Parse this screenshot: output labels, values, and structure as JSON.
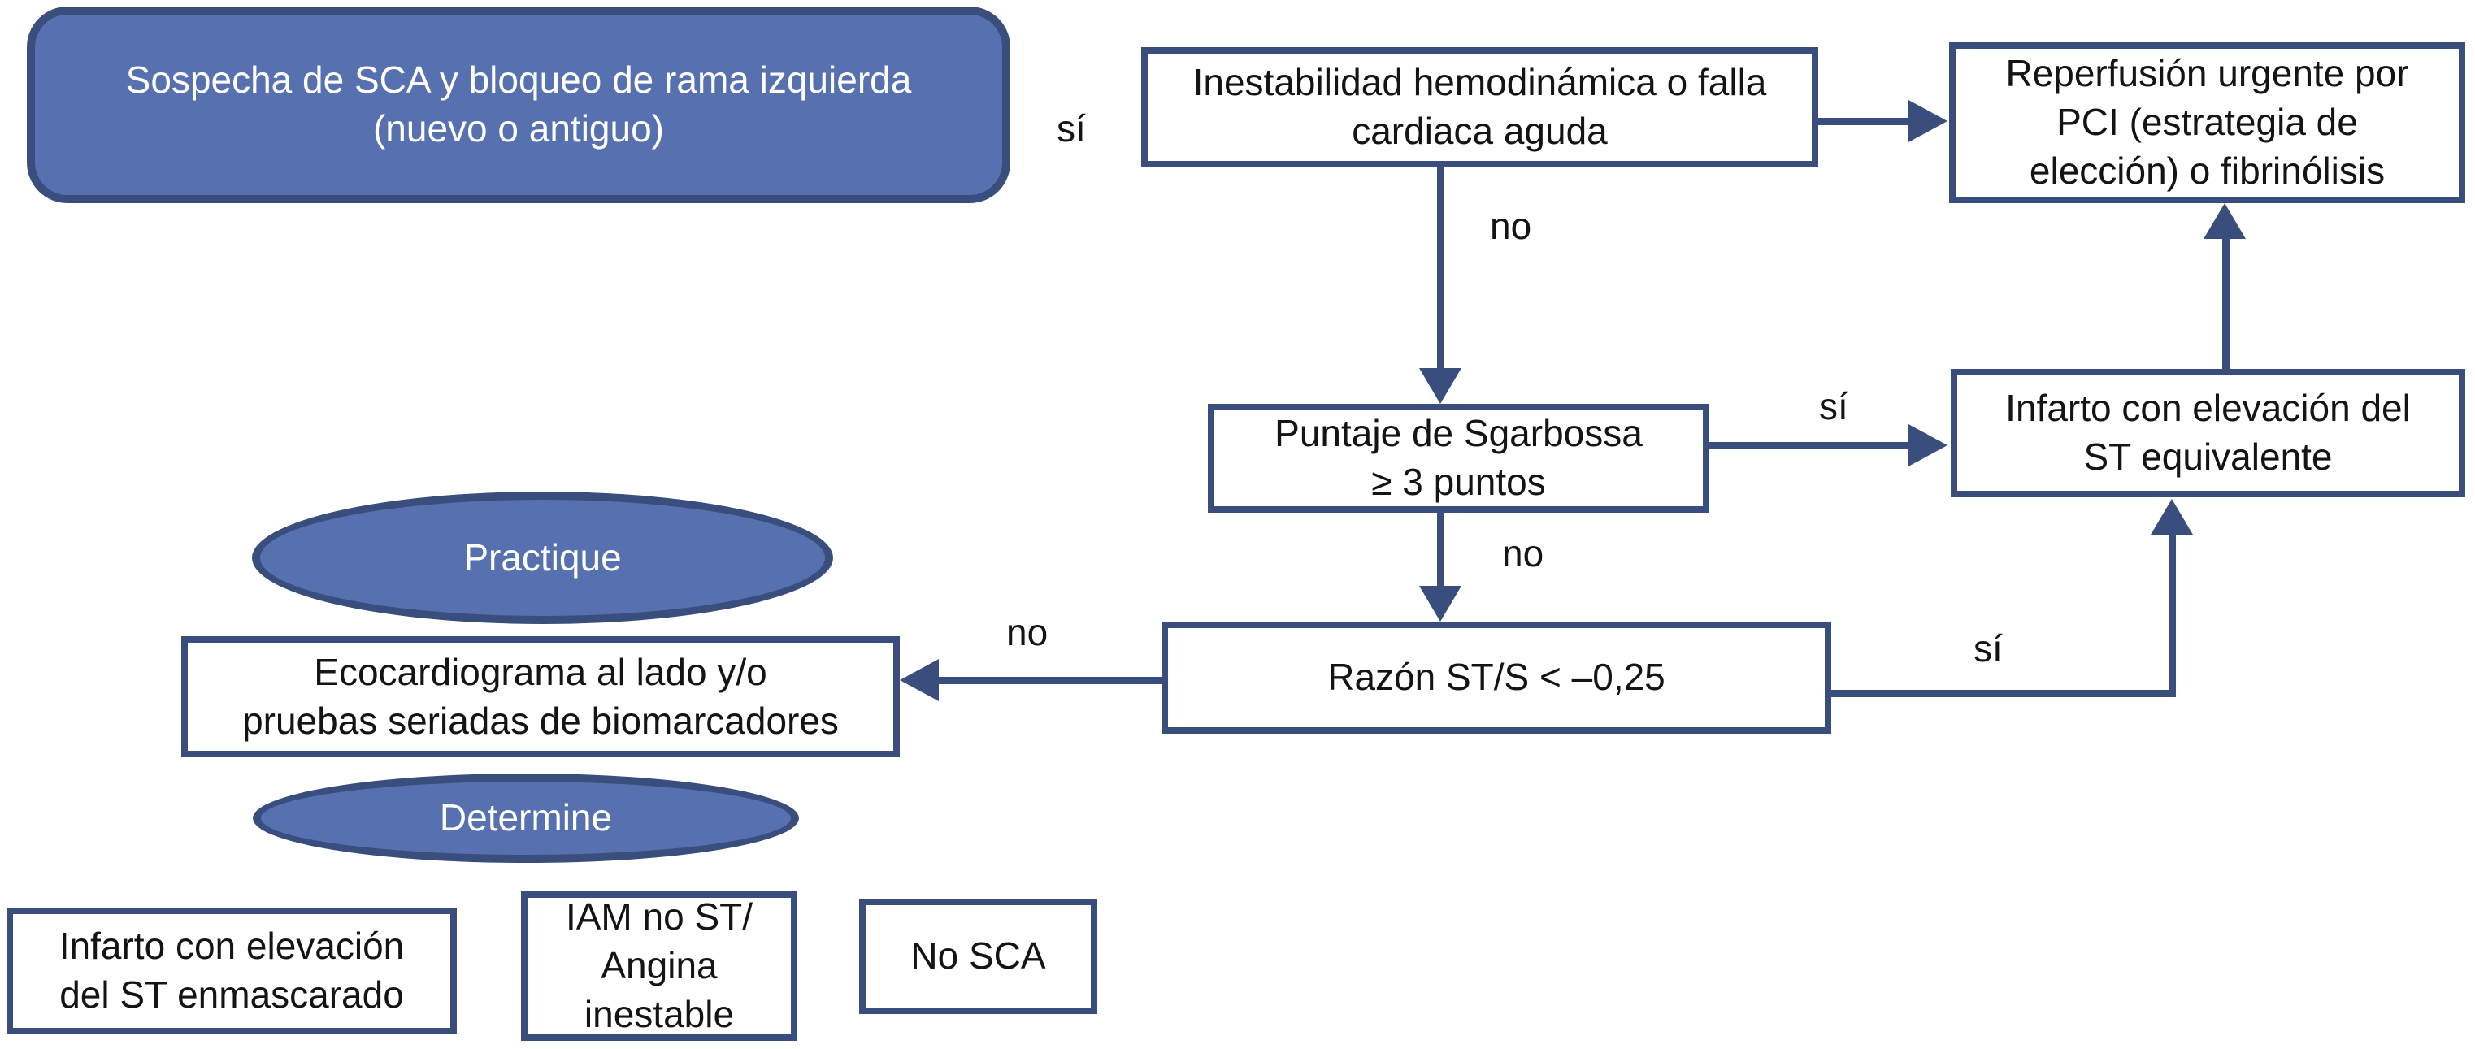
{
  "figure": {
    "type": "flowchart",
    "language": "es",
    "topic": "Algoritmo SCA con bloqueo de rama izquierda"
  },
  "colors": {
    "node_fill": "#5670b0",
    "node_border": "#3a4e7e",
    "box_fill": "#ffffff",
    "box_border": "#3a4e7e",
    "connector": "#3a4e7e",
    "node_text": "#ffffff",
    "text": "#141414",
    "background": "#ffffff"
  },
  "nodes": {
    "start": {
      "label": "Sospecha de SCA y bloqueo de rama izquierda\n(nuevo o antiguo)",
      "shape": "rounded-rect"
    },
    "inestabilidad": {
      "label": "Inestabilidad hemodinámica o falla\ncardiaca aguda",
      "shape": "rect"
    },
    "reperfusion": {
      "label": "Reperfusión urgente por\nPCI (estrategia de\nelección) o fibrinólisis",
      "shape": "rect"
    },
    "sgarbossa": {
      "label": "Puntaje de Sgarbossa\n≥ 3 puntos",
      "shape": "rect"
    },
    "infarto_equiv": {
      "label": "Infarto con elevación del\nST equivalente",
      "shape": "rect"
    },
    "razon": {
      "label": "Razón ST/S < –0,25",
      "shape": "rect"
    },
    "ecocardiograma": {
      "label": "Ecocardiograma al lado y/o\npruebas seriadas de biomarcadores",
      "shape": "rect"
    },
    "practique": {
      "label": "Practique",
      "shape": "ellipse"
    },
    "determine": {
      "label": "Determine",
      "shape": "ellipse"
    },
    "enmascarado": {
      "label": "Infarto con elevación\ndel ST enmascarado",
      "shape": "rect"
    },
    "iam": {
      "label": "IAM no ST/\nAngina\ninestable",
      "shape": "rect"
    },
    "no_sca": {
      "label": "No SCA",
      "shape": "rect"
    }
  },
  "edge_labels": {
    "si_start_inestabilidad": "sí",
    "no_inestabilidad_sgarbossa": "no",
    "si_sgarbossa_infarto": "sí",
    "no_sgarbossa_razon": "no",
    "no_razon_ecocardiograma": "no",
    "si_razon_infarto": "sí"
  }
}
